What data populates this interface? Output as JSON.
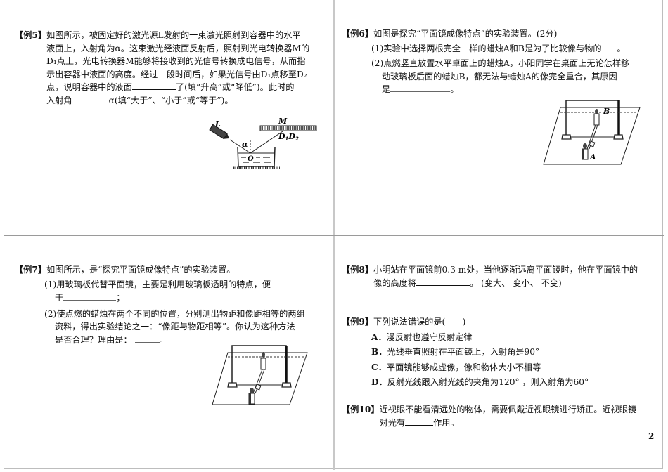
{
  "page": {
    "page_number": "2"
  },
  "q5": {
    "tag": "【例5】",
    "lines": [
      "如图所示，被固定好的激光源L发射的一束激光照射到容器中的水平",
      "液面上，入射角为α。这束激光经液面反射后，照射到光电转换器M的",
      "D₁点上，光电转换器M能够将接收到的光信号转换成电信号，从而指",
      "示出容器中液面的高度。经过一段时间后，如果光信号由D₁点移至D₂",
      "点，说明容器中的液面",
      "了(填“升高”或“降低”)。此时的",
      "入射角",
      "α(填“大于”、“小于”或“等于”)。"
    ],
    "figure": {
      "labels": {
        "source": "L",
        "angle": "α",
        "point": "O",
        "converter": "M",
        "d1": "D₁",
        "d2": "D₂"
      }
    }
  },
  "q6": {
    "tag": "【例6】",
    "intro": "如图是探究“平面镜成像特点”的实验装置。(2分)",
    "items": [
      "(1)实验中选择两根完全一样的蜡烛A和B是为了比较像与物的",
      "(2)点燃竖直放置水平卓面上的蜡烛A，小阳同学在桌面上无论怎样移",
      "动玻璃板后面的蜡烛B，都无法与蜡烛A的像完全重合，其原因",
      "是"
    ],
    "period": "。",
    "figure": {
      "labels": {
        "a": "A",
        "b": "B"
      }
    }
  },
  "q7": {
    "tag": "【例7】",
    "intro": "如图所示，是“探究平面镜成像特点”的实验装置。",
    "items": [
      "(1)用玻璃板代替平面镜，主要是利用玻璃板透明的特点，便",
      "于",
      "(2)使点燃的蜡烛在两个不同的位置，分别测出物距和像距相等的两组",
      "资料，得出实验结论之一：“像距与物距相等”。你认为这种方法",
      "是否合理？理由是："
    ],
    "semicolon": "；",
    "period": "。"
  },
  "q8": {
    "tag": "【例8】",
    "line1": "小明站在平面镜前0.3 m处，当他逐渐远离平面镜时，他在平面镜中的",
    "line2a": "像的高度将",
    "line2b": "。 (变大、 变小、 不变)"
  },
  "q9": {
    "tag": "【例9】",
    "question": "下列说法错误的是(　　)",
    "options": [
      {
        "letter": "A．",
        "text": "漫反射也遵守反射定律"
      },
      {
        "letter": "B．",
        "text": "光线垂直照射在平面镜上，入射角是90°"
      },
      {
        "letter": "C．",
        "text": "平面镜能够成虚像，像和物体大小不相等"
      },
      {
        "letter": "D．",
        "text": "反射光线跟入射光线的夹角为120° ，则入射角为60°"
      }
    ]
  },
  "q10": {
    "tag": "【例10】",
    "line1": "近视眼不能看清远处的物体，需要佩戴近视眼镜进行矫正。近视眼镜",
    "line2a": "对光有",
    "line2b": "作用。"
  }
}
